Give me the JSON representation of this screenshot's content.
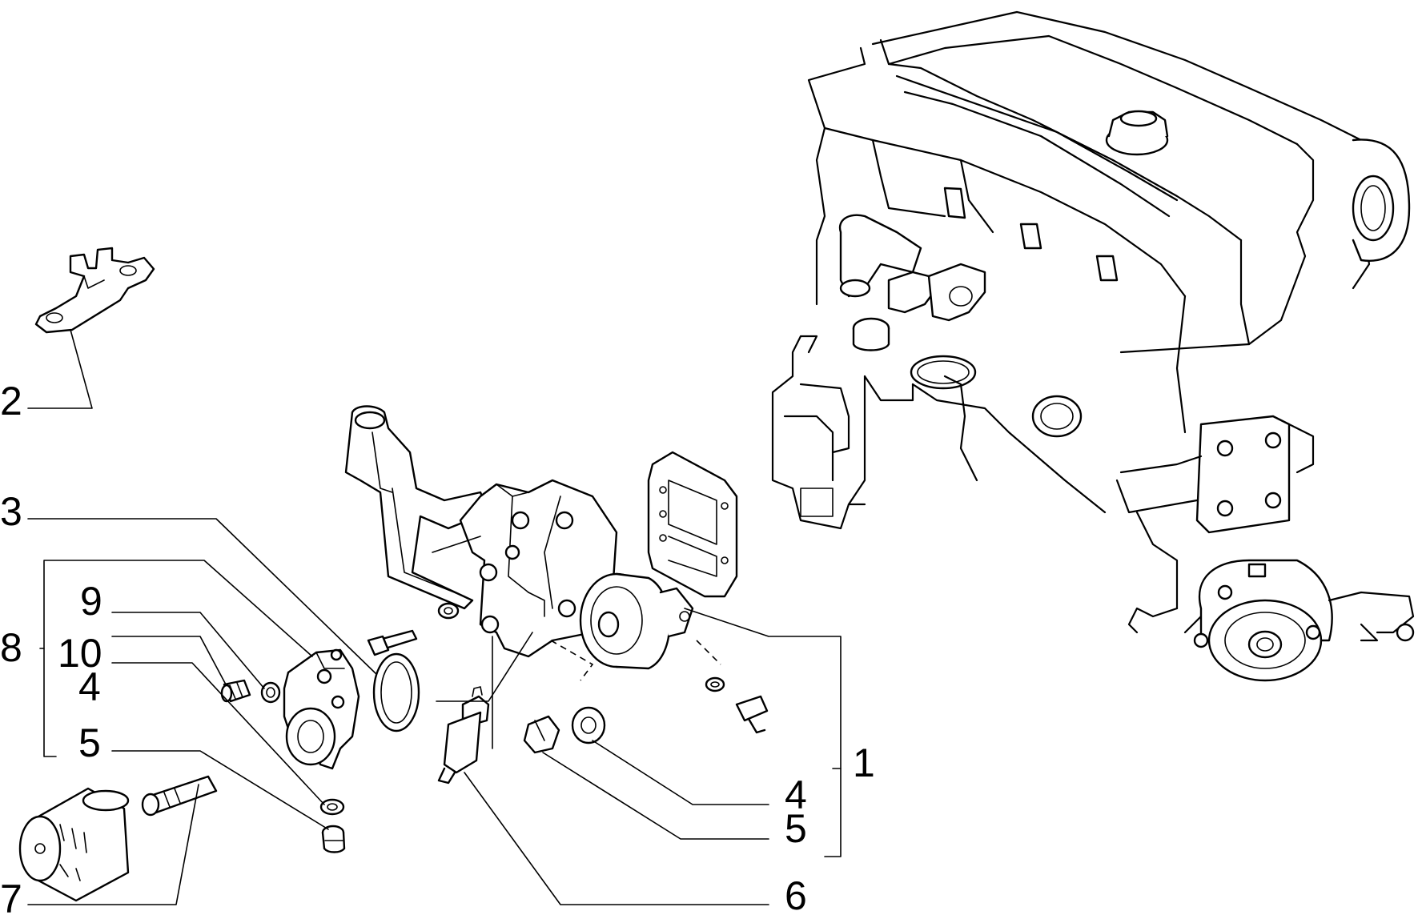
{
  "callouts": [
    {
      "id": "c1",
      "label": "1"
    },
    {
      "id": "c2",
      "label": "2"
    },
    {
      "id": "c3",
      "label": "3"
    },
    {
      "id": "c4a",
      "label": "4"
    },
    {
      "id": "c4b",
      "label": "4"
    },
    {
      "id": "c5a",
      "label": "5"
    },
    {
      "id": "c5b",
      "label": "5"
    },
    {
      "id": "c6",
      "label": "6"
    },
    {
      "id": "c7",
      "label": "7"
    },
    {
      "id": "c8",
      "label": "8"
    },
    {
      "id": "c9",
      "label": "9"
    },
    {
      "id": "c10",
      "label": "10"
    }
  ]
}
